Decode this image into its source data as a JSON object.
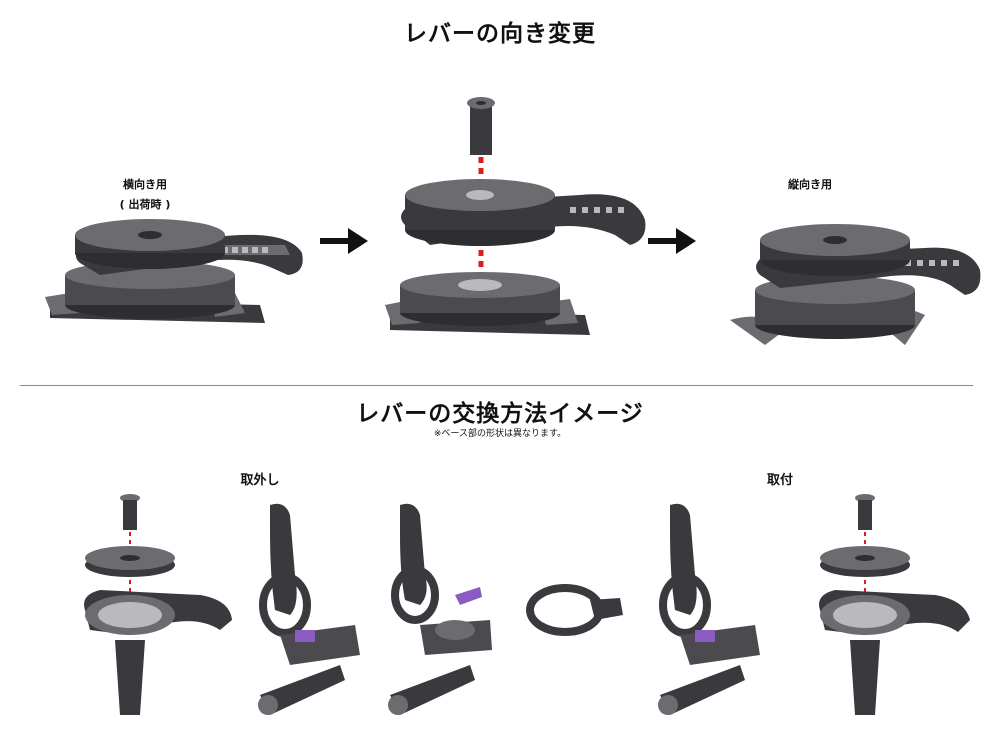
{
  "section1": {
    "title": "レバーの向き変更",
    "label_left_line1": "横向き用",
    "label_left_line2": "( 出荷時 )",
    "label_right": "縦向き用"
  },
  "section2": {
    "title": "レバーの交換方法イメージ",
    "note": "※ベース部の形状は異なります。",
    "label_remove": "取外し",
    "label_attach": "取付"
  },
  "colors": {
    "part_dark": "#3a3a3e",
    "part_mid": "#6b6b70",
    "part_light": "#b9b9be",
    "guide_red": "#d91e1e",
    "spacer_purple": "#8a5bc4"
  }
}
